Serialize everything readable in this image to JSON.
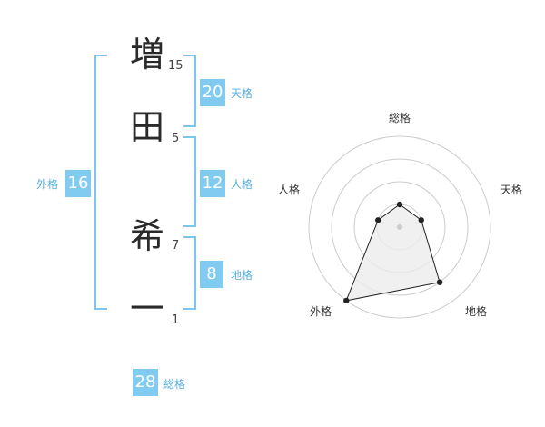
{
  "name": {
    "characters": [
      {
        "char": "増",
        "strokes": "15"
      },
      {
        "char": "田",
        "strokes": "5"
      },
      {
        "char": "希",
        "strokes": "7"
      },
      {
        "char": "一",
        "strokes": "1"
      }
    ]
  },
  "fortune": {
    "tenkaku": {
      "value": "20",
      "label": "天格"
    },
    "jinkaku": {
      "value": "12",
      "label": "人格"
    },
    "chikaku": {
      "value": "8",
      "label": "地格"
    },
    "gaikaku": {
      "value": "16",
      "label": "外格"
    },
    "soukaku": {
      "value": "28",
      "label": "総格"
    }
  },
  "colors": {
    "accent": "#7cc6ee",
    "badge_bg": "#82cbf0",
    "label_text": "#55aedf",
    "radar_line": "#222222",
    "radar_fill": "#ececec",
    "radar_grid": "#cccccc"
  },
  "radar": {
    "axes": [
      "総格",
      "天格",
      "地格",
      "外格",
      "人格"
    ],
    "levels": 4,
    "max": 4,
    "values": [
      1,
      1,
      3,
      4,
      1
    ]
  }
}
